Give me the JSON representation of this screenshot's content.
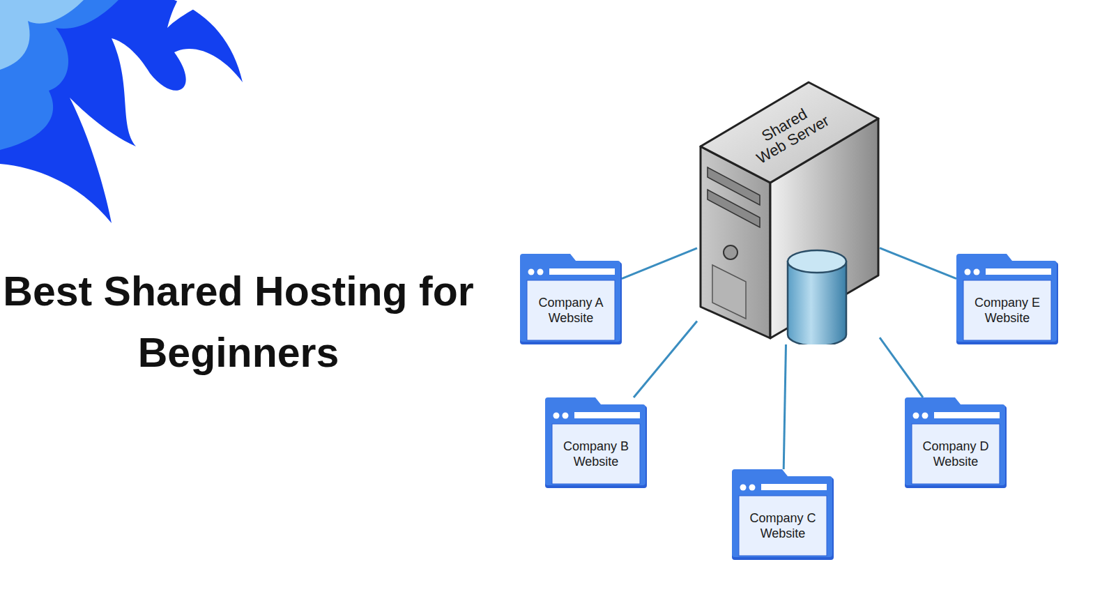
{
  "diagram": {
    "title": "Best Shared Hosting for Beginners",
    "nodes": [
      {
        "text": [
          "Shared Web Server"
        ]
      },
      {
        "text": [
          "Company A Website"
        ]
      },
      {
        "text": [
          "Company E Website"
        ]
      },
      {
        "text": [
          "Company B Website"
        ]
      },
      {
        "text": [
          "Company D Website"
        ]
      },
      {
        "text": [
          "Company C Website"
        ]
      }
    ],
    "edges": [
      {
        "from": 0,
        "to": 1,
        "arrow": "none"
      },
      {
        "from": 0,
        "to": 2,
        "arrow": "none"
      },
      {
        "from": 0,
        "to": 3,
        "arrow": "none"
      },
      {
        "from": 0,
        "to": 4,
        "arrow": "none"
      },
      {
        "from": 0,
        "to": 5,
        "arrow": "none"
      }
    ]
  }
}
